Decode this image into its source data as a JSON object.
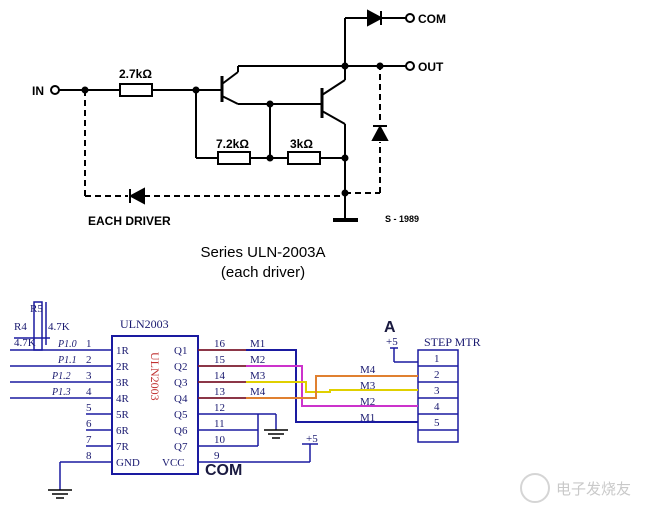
{
  "top_schematic": {
    "in_label": "IN",
    "com_label": "COM",
    "out_label": "OUT",
    "r1_label": "2.7kΩ",
    "r2_label": "7.2kΩ",
    "r3_label": "3kΩ",
    "each_driver_label": "EACH DRIVER",
    "ref_label": "S - 1989"
  },
  "caption": {
    "line1": "Series ULN-2003A",
    "line2": "(each driver)"
  },
  "bottom_schematic": {
    "r4_label": "R4",
    "r4_value": "4.7K",
    "r5_value": "4.7K",
    "r_top_partial": "R5",
    "chip_title": "ULN2003",
    "chip_body_label": "ULN2003",
    "port_labels": [
      "P1.0",
      "P1.1",
      "P1.2",
      "P1.3"
    ],
    "left_pins": [
      {
        "num": "1",
        "name": "1R"
      },
      {
        "num": "2",
        "name": "2R"
      },
      {
        "num": "3",
        "name": "3R"
      },
      {
        "num": "4",
        "name": "4R"
      },
      {
        "num": "5",
        "name": "5R"
      },
      {
        "num": "6",
        "name": "6R"
      },
      {
        "num": "7",
        "name": "7R"
      },
      {
        "num": "8",
        "name": "GND"
      }
    ],
    "right_pins": [
      {
        "num": "16",
        "name": "Q1"
      },
      {
        "num": "15",
        "name": "Q2"
      },
      {
        "num": "14",
        "name": "Q3"
      },
      {
        "num": "13",
        "name": "Q4"
      },
      {
        "num": "12",
        "name": "Q5"
      },
      {
        "num": "11",
        "name": "Q6"
      },
      {
        "num": "10",
        "name": "Q7"
      },
      {
        "num": "9",
        "name": "VCC"
      }
    ],
    "net_labels_left": [
      "M1",
      "M2",
      "M3",
      "M4"
    ],
    "net_labels_right": [
      "M4",
      "M3",
      "M2",
      "M1"
    ],
    "plus5_vcc": "+5",
    "com_label": "COM",
    "a_label": "A",
    "plus5_motor": "+5",
    "motor_title": "STEP MTR",
    "motor_pins": [
      "1",
      "2",
      "3",
      "4",
      "5"
    ],
    "wire_colors": {
      "m1": "#1a1aa0",
      "m2": "#cc33cc",
      "m3": "#e0d000",
      "m4": "#e08030",
      "pcb": "#8b1a1a"
    }
  },
  "watermark": "电子发烧友"
}
